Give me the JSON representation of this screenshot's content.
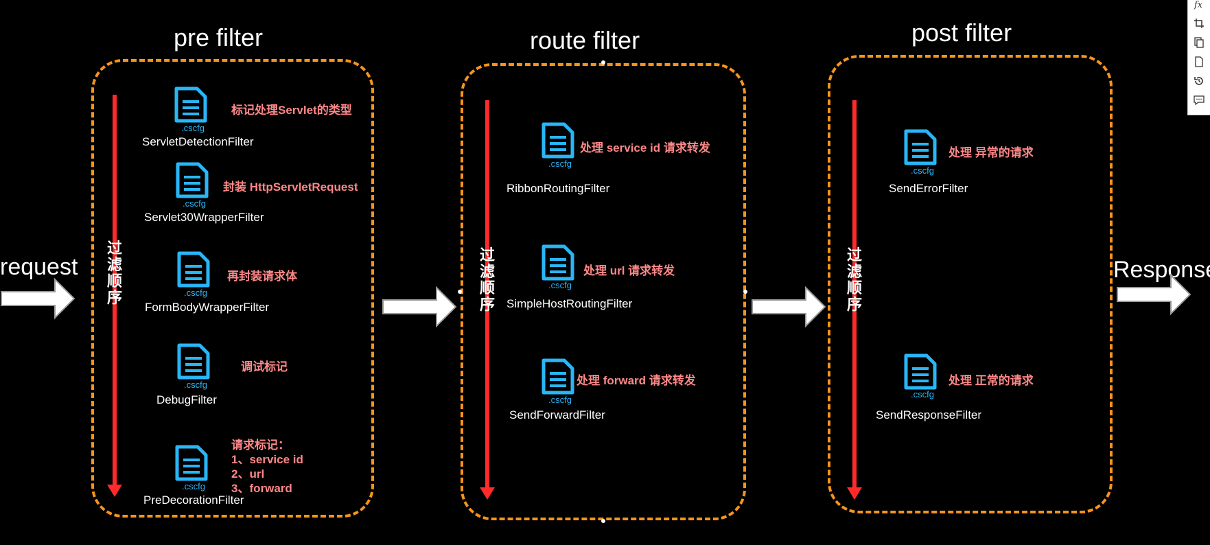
{
  "diagram": {
    "input_label": "request",
    "output_label": "Response",
    "stages": [
      {
        "title": "pre filter",
        "order_label": "过滤顺序",
        "filters": [
          {
            "name": "ServletDetectionFilter",
            "ext": ".cscfg",
            "desc": [
              "标记处理Servlet的类型"
            ]
          },
          {
            "name": "Servlet30WrapperFilter",
            "ext": ".cscfg",
            "desc": [
              "封装 HttpServletRequest"
            ]
          },
          {
            "name": "FormBodyWrapperFilter",
            "ext": ".cscfg",
            "desc": [
              "再封装请求体"
            ]
          },
          {
            "name": "DebugFilter",
            "ext": ".cscfg",
            "desc": [
              "调试标记"
            ]
          },
          {
            "name": "PreDecorationFilter",
            "ext": ".cscfg",
            "desc": [
              "请求标记：",
              "1、service id",
              "2、url",
              "3、forward"
            ]
          }
        ]
      },
      {
        "title": "route filter",
        "order_label": "过滤顺序",
        "filters": [
          {
            "name": "RibbonRoutingFilter",
            "ext": ".cscfg",
            "desc": [
              "处理 service id 请求转发"
            ]
          },
          {
            "name": "SimpleHostRoutingFilter",
            "ext": ".cscfg",
            "desc": [
              "处理 url 请求转发"
            ]
          },
          {
            "name": "SendForwardFilter",
            "ext": ".cscfg",
            "desc": [
              "处理 forward 请求转发"
            ]
          }
        ]
      },
      {
        "title": "post filter",
        "order_label": "过滤顺序",
        "filters": [
          {
            "name": "SendErrorFilter",
            "ext": ".cscfg",
            "desc": [
              "处理 异常的请求"
            ]
          },
          {
            "name": "SendResponseFilter",
            "ext": ".cscfg",
            "desc": [
              "处理 正常的请求"
            ]
          }
        ]
      }
    ]
  },
  "icons": {
    "filter": "document-icon",
    "toolbar": [
      "formula-icon",
      "crop-icon",
      "copy-icon",
      "page-icon",
      "history-icon",
      "comment-icon"
    ]
  },
  "colors": {
    "background": "#000000",
    "stage_border": "#f7941d",
    "order_arrow": "#ff2a2a",
    "icon": "#29b6f6",
    "description": "#ff8888",
    "text": "#ffffff"
  }
}
